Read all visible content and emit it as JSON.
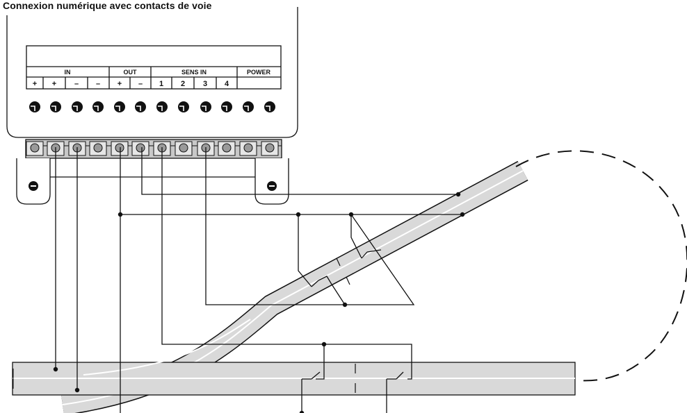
{
  "title": "Connexion numérique avec contacts de voie",
  "module": {
    "groups": [
      {
        "key": "in",
        "label": "IN"
      },
      {
        "key": "out",
        "label": "OUT"
      },
      {
        "key": "sens_in",
        "label": "SENS IN"
      },
      {
        "key": "power",
        "label": "POWER"
      }
    ],
    "terminal_labels": [
      "+",
      "+",
      "–",
      "–",
      "+",
      "–",
      "1",
      "2",
      "3",
      "4",
      "",
      ""
    ]
  },
  "colors": {
    "line": "#111111",
    "rail_fill": "#d9d9d9",
    "rail_center": "#ffffff",
    "terminal_fill": "#bfbfbf"
  }
}
